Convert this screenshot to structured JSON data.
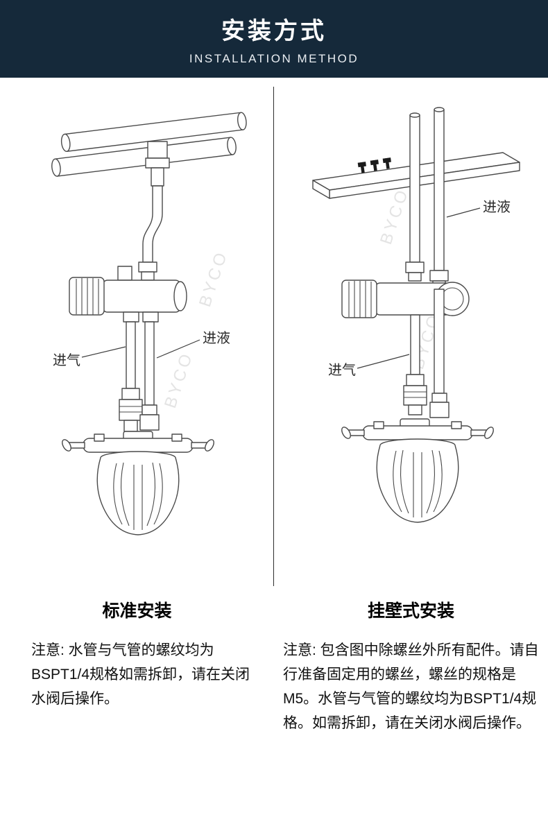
{
  "header": {
    "title": "安装方式",
    "subtitle": "INSTALLATION METHOD"
  },
  "left_section": {
    "heading": "标准安装",
    "note": "注意: 水管与气管的螺纹均为BSPT1/4规格如需拆卸，请在关闭水阀后操作。",
    "label_air": "进气",
    "label_liquid": "进液",
    "watermark": "BYCO"
  },
  "right_section": {
    "heading": "挂壁式安装",
    "note": "注意: 包含图中除螺丝外所有配件。请自行准备固定用的螺丝，螺丝的规格是M5。水管与气管的螺纹均为BSPT1/4规格。如需拆卸，请在关闭水阀后操作。",
    "label_air": "进气",
    "label_liquid": "进液",
    "watermark": "BYCO"
  },
  "colors": {
    "header_bg": "#15293a",
    "line": "#4a4a4a",
    "divider": "#2c2c2c"
  }
}
